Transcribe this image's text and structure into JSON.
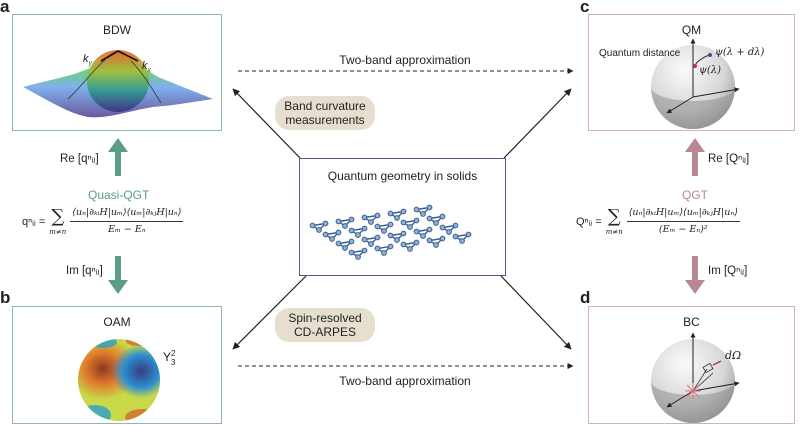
{
  "title": "Quantum geometry in solids",
  "colors": {
    "green": "#5a9e86",
    "pink": "#b98792",
    "lattice": "#3a5f8f",
    "pill": "#e6dfd0",
    "center_border": "#555a80"
  },
  "panels": {
    "a": {
      "letter": "a",
      "title": "BDW",
      "ky": "k",
      "ky_sub": "y",
      "kx": "k",
      "kx_sub": "x"
    },
    "b": {
      "letter": "b",
      "title": "OAM",
      "harmonic": "Y",
      "harmonic_sup": "2",
      "harmonic_sub": "3"
    },
    "c": {
      "letter": "c",
      "title": "QM",
      "distance_label": "Quantum distance",
      "psi1": "ψ(λ + dλ)",
      "psi0": "ψ(λ)"
    },
    "d": {
      "letter": "d",
      "title": "BC",
      "solid_angle": "dΩ"
    }
  },
  "connectors": {
    "top_dashed": "Two-band approximation",
    "bottom_dashed": "Two-band approximation",
    "band_curvature": [
      "Band curvature",
      "measurements"
    ],
    "spin_resolved": [
      "Spin-resolved",
      "CD-ARPES"
    ]
  },
  "left": {
    "name": "Quasi-QGT",
    "re_label": "Re [qⁿᵢⱼ]",
    "im_label": "Im [qⁿᵢⱼ]",
    "lhs": "qⁿᵢⱼ =",
    "sum_index": "m≠n",
    "numerator": "⟨uₙ|∂ₖᵢH|uₘ⟩⟨uₘ|∂ₖⱼH|uₙ⟩",
    "denominator": "Eₘ − Eₙ"
  },
  "right": {
    "name": "QGT",
    "re_label": "Re [Qⁿᵢⱼ]",
    "im_label": "Im [Qⁿᵢⱼ]",
    "lhs": "Qⁿᵢⱼ =",
    "sum_index": "m≠n",
    "numerator": "⟨uₙ|∂ₖᵢH|uₘ⟩⟨uₘ|∂ₖⱼH|uₙ⟩",
    "denominator": "(Eₘ − Eₙ)²"
  }
}
